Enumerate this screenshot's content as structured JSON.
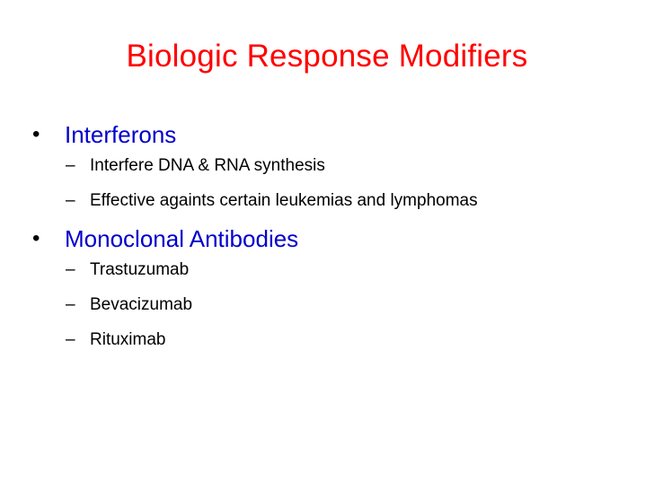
{
  "slide": {
    "title": "Biologic Response Modifiers",
    "sections": [
      {
        "heading": "Interferons",
        "items": [
          "Interfere DNA & RNA synthesis",
          "Effective againts certain leukemias and lymphomas"
        ]
      },
      {
        "heading": "Monoclonal Antibodies",
        "items": [
          "Trastuzumab",
          "Bevacizumab",
          "Rituximab"
        ]
      }
    ],
    "bullet_symbol": "•",
    "dash_symbol": "–",
    "colors": {
      "title": "#ff0000",
      "heading": "#0000cc",
      "body": "#000000",
      "background": "#ffffff"
    }
  }
}
